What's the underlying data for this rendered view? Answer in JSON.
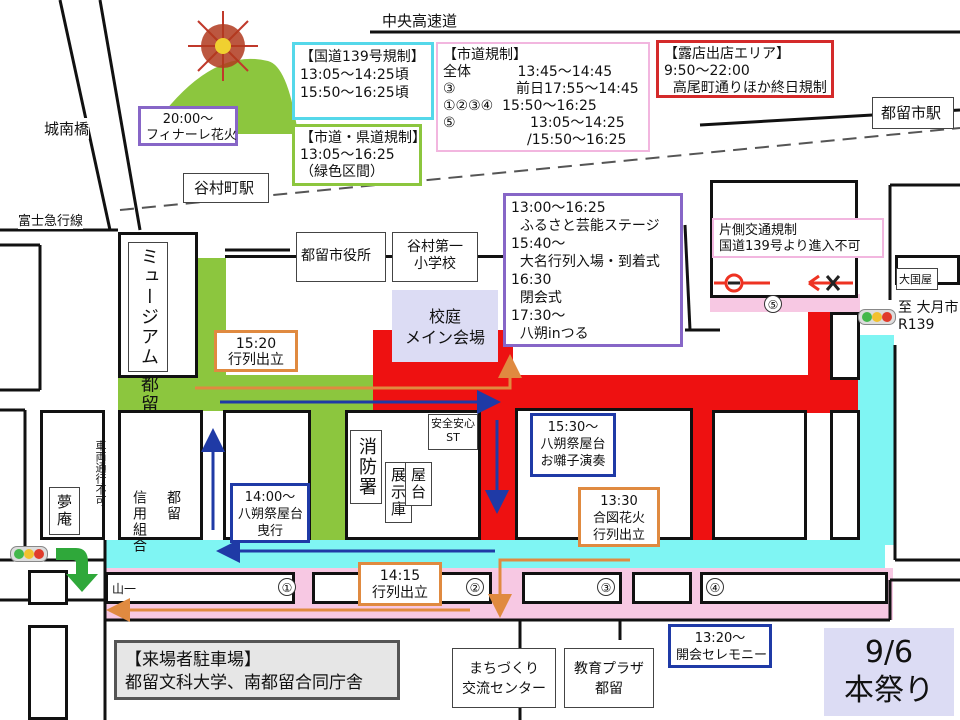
{
  "roads": {
    "expressway": "中央高速道",
    "bridge": "城南橋",
    "railway": "富士急行線",
    "route139": "至 大月市\nR139",
    "road_closure_vertical": "車両通行不可",
    "yamaichi": "山一"
  },
  "places": {
    "tanimura_station": "谷村町駅",
    "tsuru_station": "都留市駅",
    "city_hall": "都留市役所",
    "school": "谷村第一\n小学校",
    "main_venue": "校庭\nメイン会場",
    "museum": "ミュージアム\n都留",
    "fire_station": "消防署",
    "exhibit": "展示庫",
    "yatai": "屋台",
    "safety": "安全安心\nST",
    "credit_union": "信用組合",
    "tsuru_small": "都留",
    "yuan": "夢庵",
    "daikokuya": "大国屋",
    "machizukuri": "まちづくり\n交流センター",
    "kyoiku": "教育プラザ\n都留"
  },
  "notices": {
    "finale": "20:00～\nフィナーレ花火",
    "route139_reg": "【国道139号規制】\n13:05～14:25頃\n15:50～16:25頃",
    "city_pref_reg": "【市道・県道規制】\n13:05～16:25\n（緑色区間）",
    "city_reg": "【市道規制】\n全体　　　 13:45～14:45\n③　　　　 前日17:55～14:45\n①②③④  15:50～16:25\n⑤　　　　　 13:05～14:25\n　　　　　　/15:50～16:25",
    "stall_area": "【露店出店エリア】\n9:50～22:00\n  高尾町通りほか終日規制",
    "stage_schedule": "13:00～16:25\n  ふるさと芸能ステージ\n15:40～\n  大名行列入場・到着式\n16:30\n  閉会式\n17:30～\n  八朔inつる",
    "one_side_traffic": "片側交通規制\n国道139号より進入不可",
    "parade_1520": "15:20\n行列出立",
    "hassaku_1530": "15:30～\n八朔祭屋台\nお囃子演奏",
    "hassaku_1400": "14:00～\n八朔祭屋台\n曳行",
    "fireworks_1330": "13:30\n合図花火\n行列出立",
    "parade_1415": "14:15\n行列出立",
    "ceremony_1320": "13:20～\n開会セレモニー",
    "parking": "【来場者駐車場】\n都留文科大学、南都留合同庁舎",
    "date": "9/6\n本祭り"
  },
  "points": [
    "①",
    "②",
    "③",
    "④",
    "⑤"
  ],
  "colors": {
    "regulated_green": "#8cc63e",
    "regulated_red": "#ee1111",
    "regulated_cyan": "#7ff5f3",
    "stall_pink": "#f7c8e3",
    "box_cyan": "#55d8ea",
    "box_green": "#8cc63e",
    "box_pink": "#f2b6df",
    "box_red": "#d42a2a",
    "box_purple": "#8766c7",
    "box_orange": "#e08a40",
    "box_blue": "#1f3aa6",
    "route_orange": "#e08a40",
    "route_blue": "#1f3aa6"
  },
  "icons": [
    "firework-icon",
    "no-entry-icon",
    "prohibited-x-icon",
    "traffic-signal-icon",
    "green-turn-arrow-icon"
  ]
}
